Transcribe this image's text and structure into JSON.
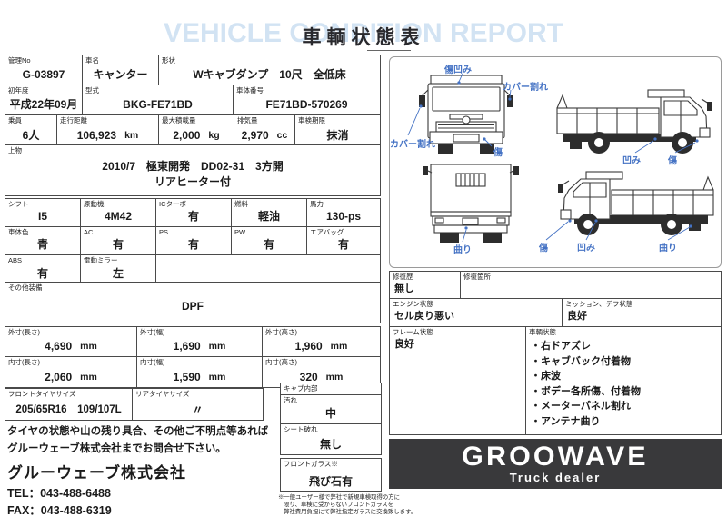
{
  "colors": {
    "annotation": "#4472c4",
    "watermark_text": "#d2e3f3",
    "logo_bg": "#39393b"
  },
  "header": {
    "watermark": "VEHICLE CONDITION REPORT",
    "title": "車輌状態表"
  },
  "v": {
    "kanri_label": "管理No",
    "kanri": "G-03897",
    "shamei_label": "車名",
    "shamei": "キャンター",
    "keijo_label": "形状",
    "keijo": "Wキャブダンプ　10尺　全低床",
    "shonen_label": "初年度",
    "shonen": "平成22年09月",
    "katashiki_label": "型式",
    "katashiki": "BKG-FE71BD",
    "frame_no_label": "車体番号",
    "frame_no": "FE71BD-570269",
    "join_label": "乗員",
    "join": "6人",
    "soko_label": "走行距離",
    "soko": "106,923",
    "soko_unit": "km",
    "saidai_label": "最大積載量",
    "saidai": "2,000",
    "saidai_unit": "kg",
    "haiki_label": "排気量",
    "haiki": "2,970",
    "haiki_unit": "cc",
    "shaken_label": "車検期限",
    "shaken": "抹消",
    "uwamono_label": "上物",
    "uwamono1": "2010/7　極東開発　DD02-31　3方開",
    "uwamono2": "リアヒーター付",
    "shift_label": "シフト",
    "shift": "I5",
    "engine_label": "原動機",
    "engine": "4M42",
    "turbo_label": "ICターボ",
    "turbo": "有",
    "fuel_label": "燃料",
    "fuel": "軽油",
    "power_label": "馬力",
    "power": "130-ps",
    "color_label": "車体色",
    "color": "青",
    "ac_label": "AC",
    "ac": "有",
    "ps_label": "PS",
    "ps": "有",
    "pw_label": "PW",
    "pw": "有",
    "airbag_label": "エアバッグ",
    "airbag": "有",
    "abs_label": "ABS",
    "abs": "有",
    "mirror_label": "電動ミラー",
    "mirror": "左",
    "sonota_label": "その他装備",
    "sonota": "DPF"
  },
  "dims": {
    "unit": "mm",
    "gl_label": "外寸(長さ)",
    "gl": "4,690",
    "gw_label": "外寸(幅)",
    "gw": "1,690",
    "gh_label": "外寸(高さ)",
    "gh": "1,960",
    "nl_label": "内寸(長さ)",
    "nl": "2,060",
    "nw_label": "内寸(幅)",
    "nw": "1,590",
    "nh_label": "内寸(高さ)",
    "nh": "320"
  },
  "tires": {
    "front_label": "フロントタイヤサイズ",
    "front": "205/65R16　109/107L",
    "rear_label": "リアタイヤサイズ",
    "rear": "〃"
  },
  "contact": {
    "note1": "タイヤの状態や山の残り具合、その他ご不明点等あれば",
    "note2": "グルーウェーブ株式会社までお問合せ下さい。",
    "company": "グルーウェーブ株式会社",
    "tel": "TEL：043-488-6488",
    "fax": "FAX：043-488-6319"
  },
  "cab": {
    "header": "キャブ内部",
    "dirt_label": "汚れ",
    "dirt": "中",
    "seat_label": "シート破れ",
    "seat": "無し",
    "glass_label": "フロントガラス※",
    "glass": "飛び石有",
    "fn1": "※一般ユーザー様で弊社で新規車検取得の方に",
    "fn2": "限り、車検に受からないフロントガラスを",
    "fn3": "弊社費用負担にて弊社指定ガラスに交換致します。"
  },
  "cond": {
    "repair_label": "修復歴",
    "repair": "無し",
    "repair_part_label": "修復箇所",
    "repair_part": "",
    "engine_label": "エンジン状態",
    "engine": "セル戻り悪い",
    "mission_label": "ミッション、デフ状態",
    "mission": "良好",
    "frame_label": "フレーム状態",
    "frame": "良好",
    "body_label": "車輌状態",
    "items": [
      "・右ドアズレ",
      "・キャブバック付着物",
      "・床波",
      "・ボデー各所傷、付着物",
      "・メーターパネル割れ",
      "・アンテナ曲り"
    ]
  },
  "diagram": {
    "front_top": "傷凹み",
    "front_right": "カバー割れ",
    "front_left": "カバー割れ",
    "front_bumper": "傷",
    "sr_dent": "凹み",
    "sr_scratch": "傷",
    "rear_bend": "曲り",
    "sl_scratch": "傷",
    "sl_dent": "凹み",
    "sl_bend": "曲り"
  },
  "logo": {
    "brand": "GROOWAVE",
    "tagline": "Truck dealer"
  }
}
